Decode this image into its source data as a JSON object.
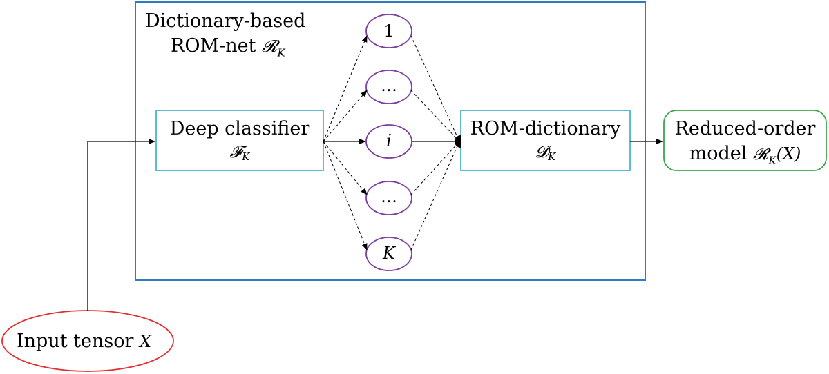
{
  "outer": {
    "title_line1": "Dictionary-based",
    "title_line2": "ROM-net",
    "title_symbol": "𝓡",
    "title_sub": "K"
  },
  "classifier": {
    "label": "Deep classifier",
    "symbol": "𝓕",
    "sub": "K"
  },
  "dictionary": {
    "label": "ROM-dictionary",
    "symbol": "𝓓",
    "sub": "K"
  },
  "output": {
    "line1": "Reduced-order",
    "line2_prefix": "model",
    "symbol": "𝓡",
    "sub": "K",
    "arg": "(X)"
  },
  "input": {
    "label": "Input tensor",
    "symbol": "X"
  },
  "nodes": [
    "1",
    "…",
    "i",
    "…",
    "K"
  ],
  "colors": {
    "blue_box": "#2e7bbf",
    "cyan_box": "#4ab3d6",
    "green_box": "#3aa64a",
    "red_ellipse": "#e03030",
    "purple_ellipse": "#7b3fa0"
  }
}
